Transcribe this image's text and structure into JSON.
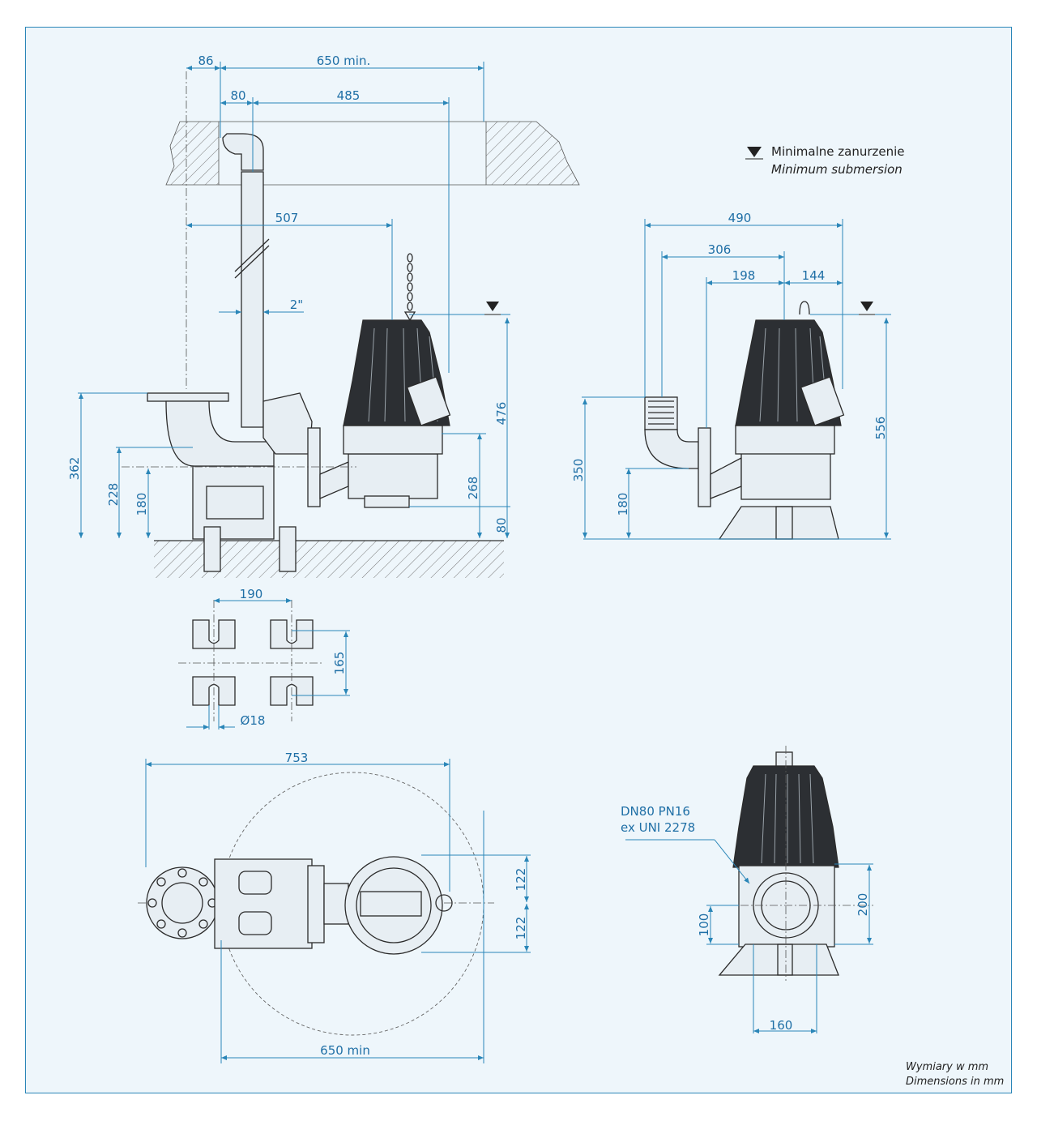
{
  "legend": {
    "line1": "Minimalne zanurzenie",
    "line2": "Minimum submersion"
  },
  "note": {
    "line1": "Wymiary w mm",
    "line2": "Dimensions in mm"
  },
  "side_view": {
    "dim_86": "86",
    "dim_650min": "650 min.",
    "dim_80": "80",
    "dim_485": "485",
    "dim_507": "507",
    "dim_2in": "2\"",
    "dim_476": "476",
    "dim_362": "362",
    "dim_228": "228",
    "dim_180": "180",
    "dim_268": "268",
    "dim_80b": "80"
  },
  "freestanding_view": {
    "dim_490": "490",
    "dim_306": "306",
    "dim_198": "198",
    "dim_144": "144",
    "dim_556": "556",
    "dim_350": "350",
    "dim_180": "180"
  },
  "anchor_plan": {
    "dim_190": "190",
    "dim_165": "165",
    "dim_d18": "Ø18"
  },
  "top_view": {
    "dim_753": "753",
    "dim_122a": "122",
    "dim_122b": "122",
    "dim_650min": "650 min"
  },
  "front_view": {
    "flange_line1": "DN80 PN16",
    "flange_line2": "ex UNI 2278",
    "dim_200": "200",
    "dim_100": "100",
    "dim_160": "160"
  }
}
